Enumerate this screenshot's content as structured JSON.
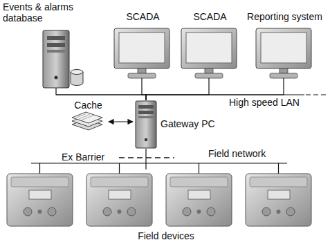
{
  "diagram": {
    "nodes": [
      {
        "text": [
          "Events & alarms database"
        ]
      },
      {
        "text": [
          "SCADA"
        ]
      },
      {
        "text": [
          "SCADA"
        ]
      },
      {
        "text": [
          "Reporting system"
        ]
      },
      {
        "text": [
          "Gateway PC"
        ]
      },
      {
        "text": [
          "Cache"
        ]
      },
      {
        "text": [
          "Field devices"
        ]
      }
    ],
    "edges": [
      {
        "from": 0,
        "to": 4,
        "arrow": "none"
      },
      {
        "from": 1,
        "to": 4,
        "arrow": "none"
      },
      {
        "from": 2,
        "to": 4,
        "arrow": "none"
      },
      {
        "from": 3,
        "to": 4,
        "arrow": "none"
      },
      {
        "from": 4,
        "to": 5,
        "arrow": "both"
      },
      {
        "from": 4,
        "to": 6,
        "arrow": "none"
      }
    ],
    "labels": [
      "High speed LAN",
      "Ex Barrier",
      "Field network"
    ]
  }
}
